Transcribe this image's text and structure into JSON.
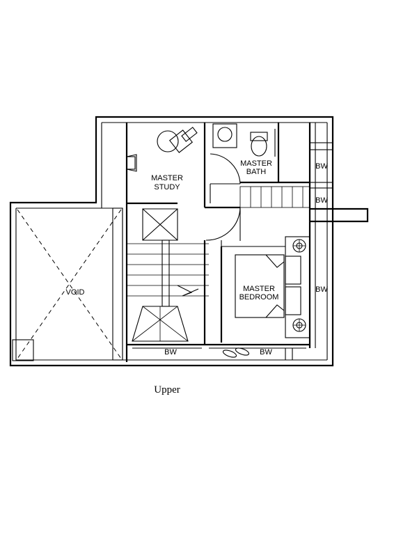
{
  "rooms": {
    "void": "VOID",
    "study_line1": "MASTER",
    "study_line2": "STUDY",
    "bath_line1": "MASTER",
    "bath_line2": "BATH",
    "bedroom_line1": "MASTER",
    "bedroom_line2": "BEDROOM",
    "bay_window_1": "BW",
    "bay_window_2": "BW",
    "bay_window_3": "BW",
    "bay_window_4": "BW",
    "bay_window_5": "BW"
  },
  "caption": "Upper"
}
